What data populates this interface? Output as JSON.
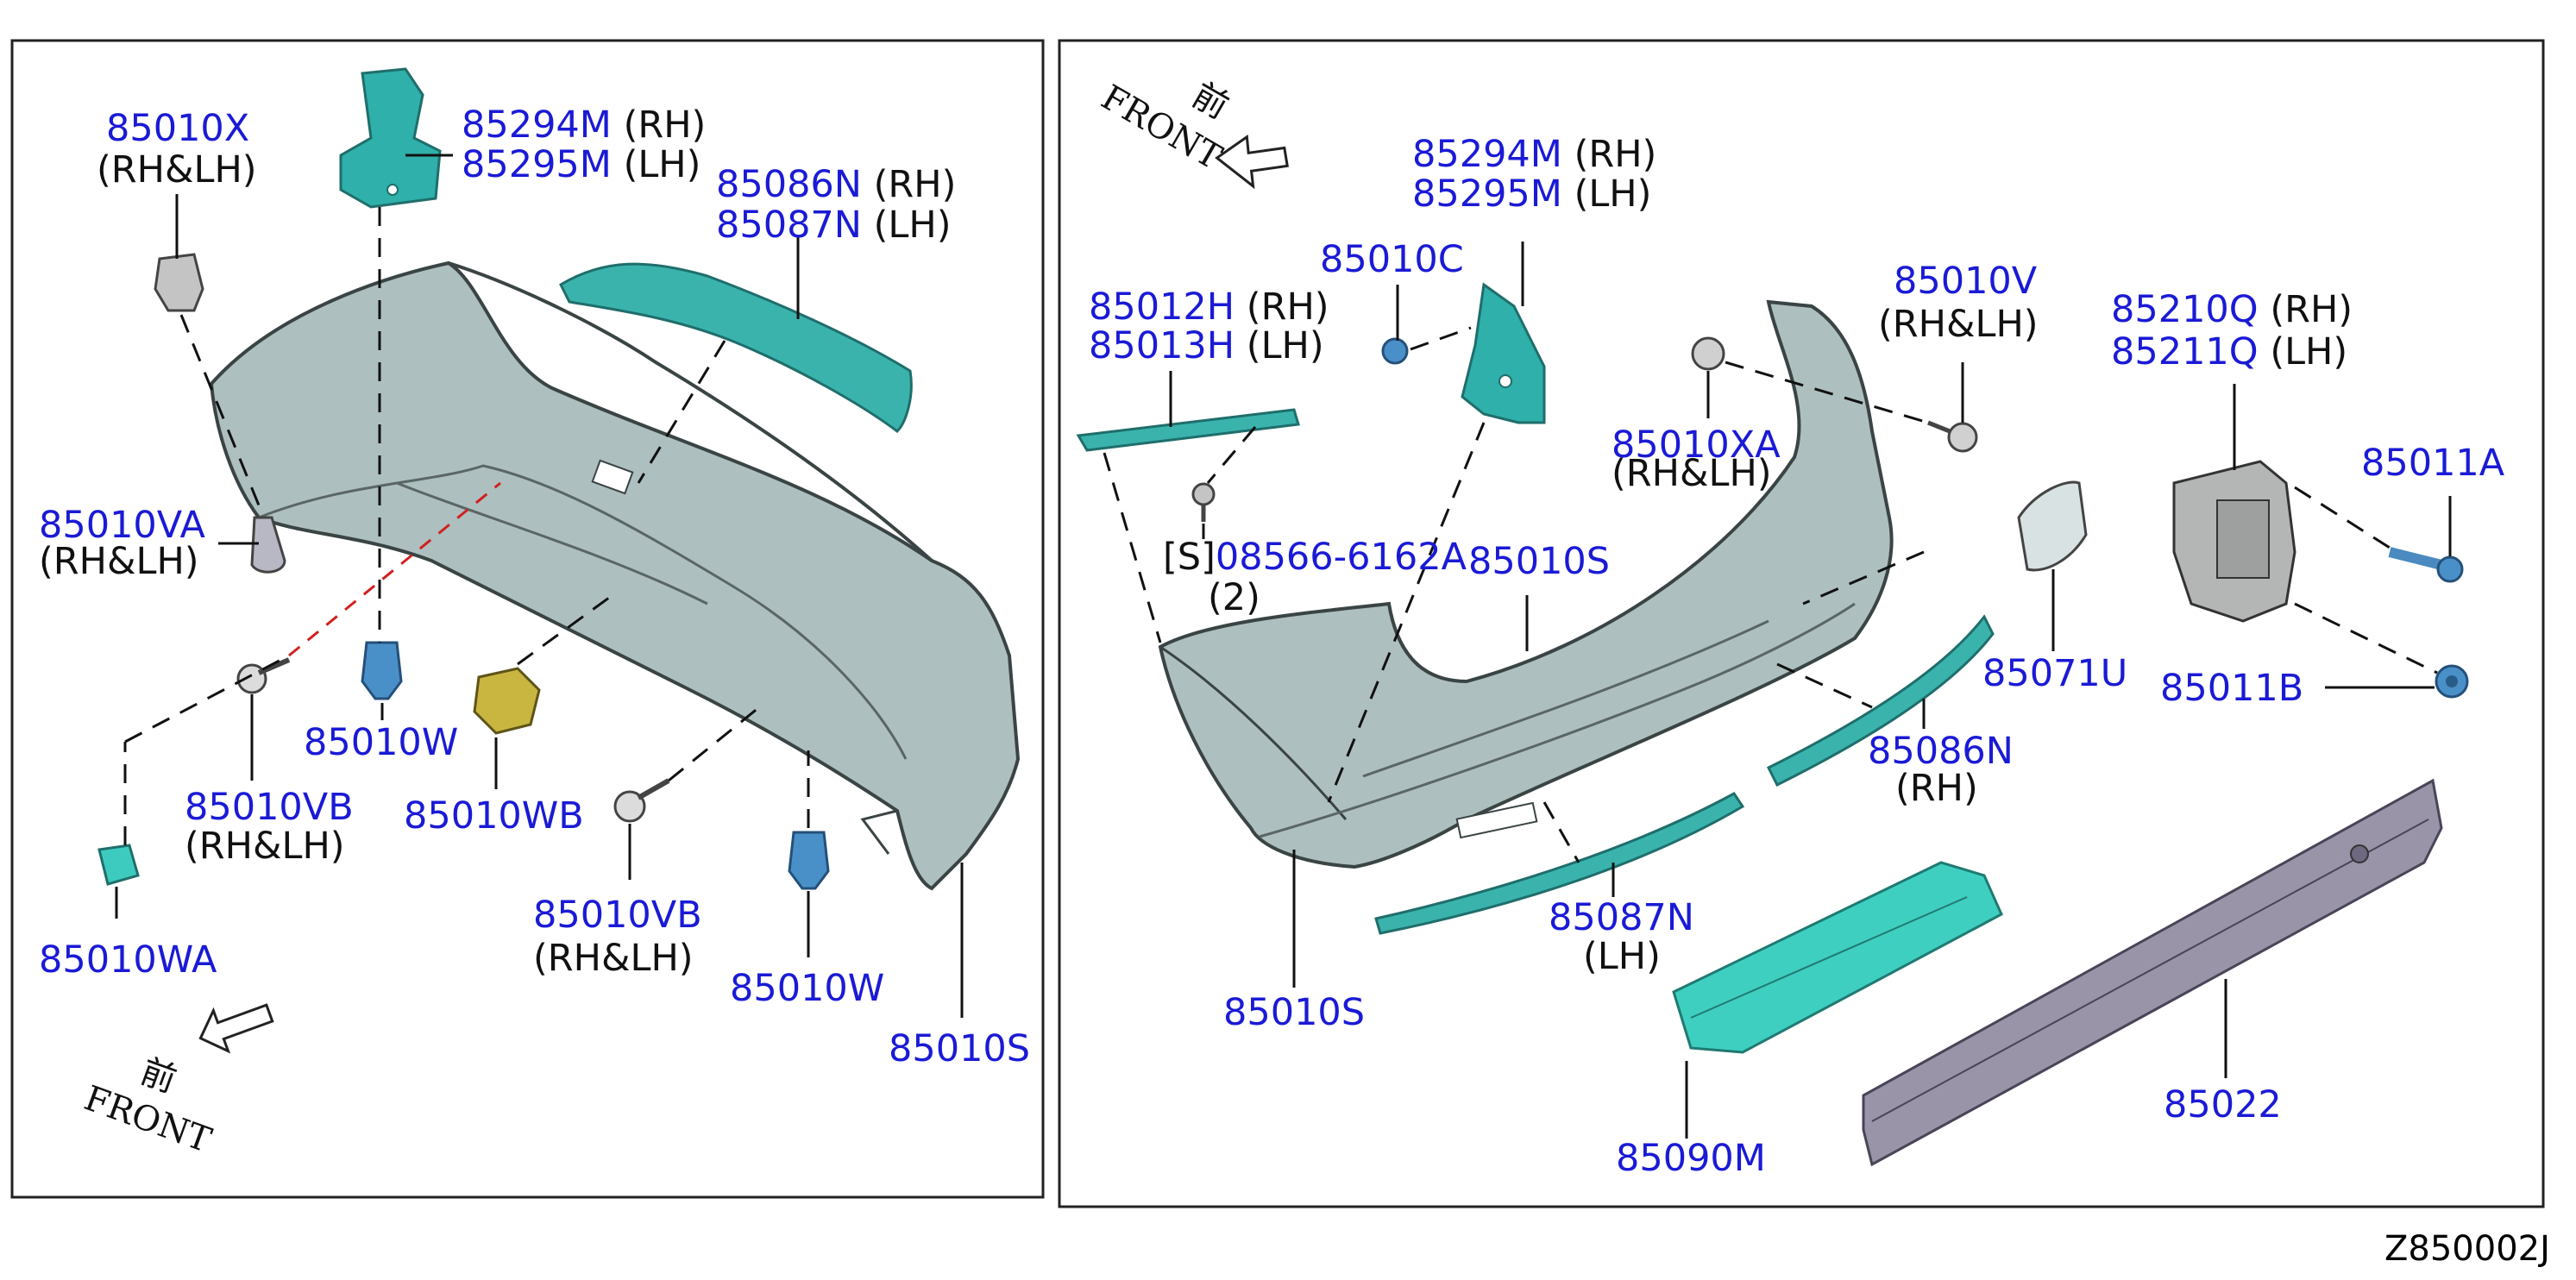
{
  "drawing_code": "Z850002J",
  "colors": {
    "part_number": "#1a1ad6",
    "suffix": "#111111",
    "bumper_fill": "#aebfbf",
    "bumper_stroke": "#3a4444",
    "teal_part": "#2fb0aa",
    "absorber": "#3fcfc0",
    "reinforcement": "#9a94a8",
    "bracket_yellow": "#c9b640",
    "fastener_gray": "#bcbcbc",
    "fastener_blue": "#4a90c8",
    "leader_red": "#d02020"
  },
  "left_panel": {
    "front_arrow": {
      "kanji": "前",
      "text": "FRONT"
    },
    "labels": [
      {
        "pn": "85010X",
        "sfx": "(RH&LH)"
      },
      {
        "pn": "85294M",
        "sfx": "(RH)"
      },
      {
        "pn": "85295M",
        "sfx": "(LH)"
      },
      {
        "pn": "85086N",
        "sfx": "(RH)"
      },
      {
        "pn": "85087N",
        "sfx": "(LH)"
      },
      {
        "pn": "85010VA",
        "sfx": "(RH&LH)"
      },
      {
        "pn": "85010W",
        "sfx": ""
      },
      {
        "pn": "85010VB",
        "sfx": "(RH&LH)"
      },
      {
        "pn": "85010WB",
        "sfx": ""
      },
      {
        "pn": "85010WA",
        "sfx": ""
      },
      {
        "pn": "85010VB",
        "sfx": "(RH&LH)"
      },
      {
        "pn": "85010W",
        "sfx": ""
      },
      {
        "pn": "85010S",
        "sfx": ""
      }
    ]
  },
  "right_panel": {
    "front_arrow": {
      "kanji": "前",
      "text": "FRONT"
    },
    "labels": [
      {
        "pn": "85294M",
        "sfx": "(RH)"
      },
      {
        "pn": "85295M",
        "sfx": "(LH)"
      },
      {
        "pn": "85010C",
        "sfx": ""
      },
      {
        "pn": "85012H",
        "sfx": "(RH)"
      },
      {
        "pn": "85013H",
        "sfx": "(LH)"
      },
      {
        "pn": "85010V",
        "sfx": "(RH&LH)"
      },
      {
        "pn": "85210Q",
        "sfx": "(RH)"
      },
      {
        "pn": "85211Q",
        "sfx": "(LH)"
      },
      {
        "pn": "85010XA",
        "sfx": "(RH&LH)"
      },
      {
        "pn": "85011A",
        "sfx": ""
      },
      {
        "pn": "08566-6162A",
        "pre": "[S]",
        "sfx": "(2)"
      },
      {
        "pn": "85010S",
        "sfx": ""
      },
      {
        "pn": "85071U",
        "sfx": ""
      },
      {
        "pn": "85011B",
        "sfx": ""
      },
      {
        "pn": "85086N",
        "sfx": "(RH)"
      },
      {
        "pn": "85087N",
        "sfx": "(LH)"
      },
      {
        "pn": "85010S",
        "sfx": ""
      },
      {
        "pn": "85022",
        "sfx": ""
      },
      {
        "pn": "85090M",
        "sfx": ""
      }
    ]
  }
}
